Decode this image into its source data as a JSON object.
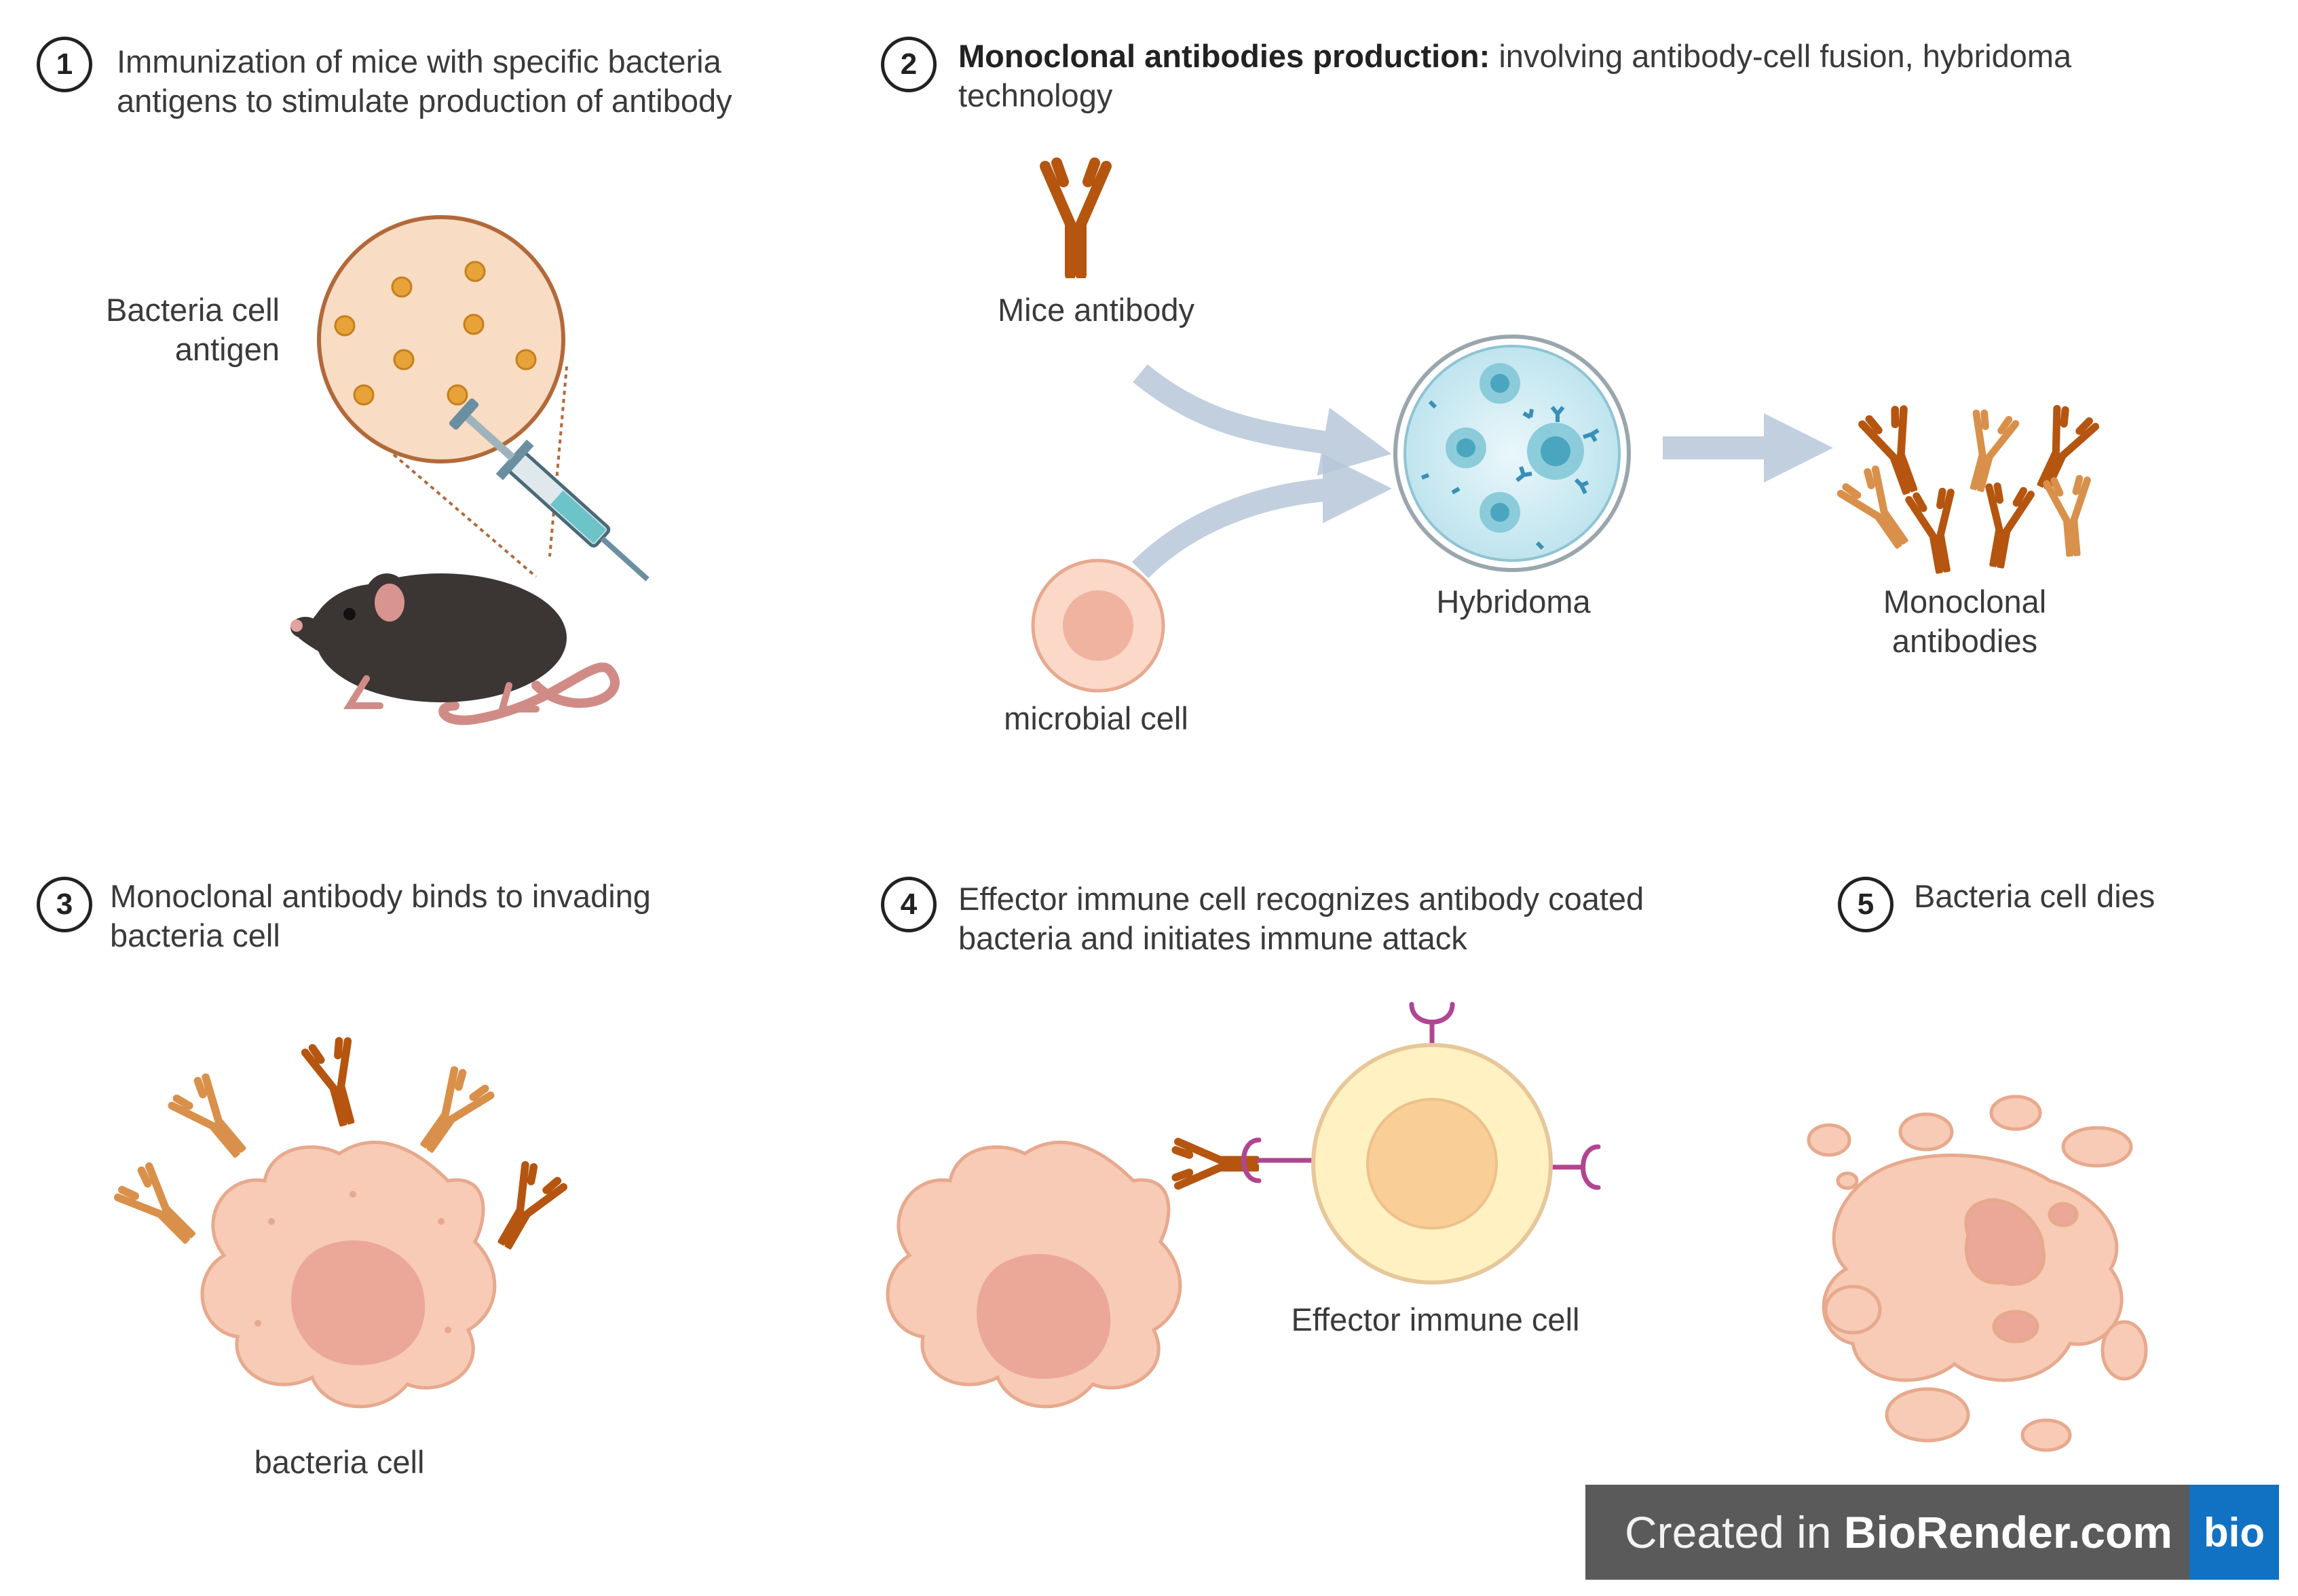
{
  "steps": [
    {
      "num": "1",
      "text": "Immunization of mice with specific bacteria antigens to stimulate production of antibody"
    },
    {
      "num": "2",
      "bold": "Monoclonal antibodies production:",
      "text": " involving antibody-cell fusion, hybridoma technology"
    },
    {
      "num": "3",
      "text": "Monoclonal antibody binds to invading bacteria cell"
    },
    {
      "num": "4",
      "text": "Effector immune cell recognizes antibody coated bacteria and initiates immune attack"
    },
    {
      "num": "5",
      "text": "Bacteria cell dies"
    }
  ],
  "labels": {
    "antigen": "Bacteria cell antigen",
    "mice_antibody": "Mice antibody",
    "microbial_cell": "microbial cell",
    "hybridoma": "Hybridoma",
    "monoclonal": "Monoclonal antibodies",
    "bacteria_cell": "bacteria cell",
    "effector": "Effector immune cell"
  },
  "badge": {
    "prefix": "Created in ",
    "brand": "BioRender.com",
    "logo": "bio"
  },
  "colors": {
    "antibody": "#b5550f",
    "antibody_light": "#d9904a",
    "bacteria": "#f7cbb5",
    "bacteria_nucleus": "#eba798",
    "effector": "#fff1c2",
    "effector_nucleus": "#f9cf97",
    "receptor": "#b04590",
    "arrow": "#b7c7da",
    "mouse": "#3b3633"
  }
}
